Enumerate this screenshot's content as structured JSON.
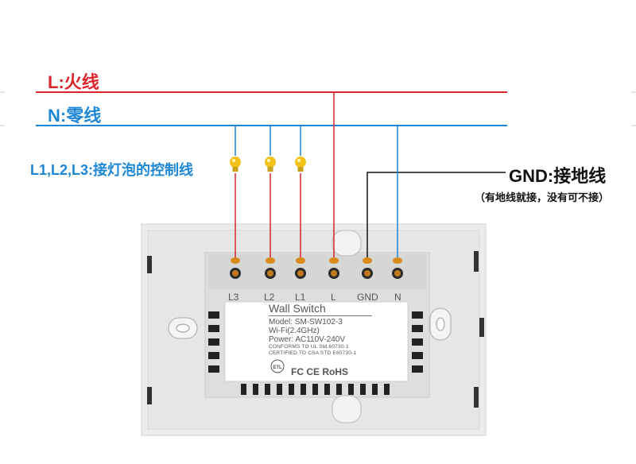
{
  "labels": {
    "live": "L:火线",
    "neutral": "N:零线",
    "controls": "L1,L2,L3:接灯泡的控制线",
    "ground": "GND:接地线",
    "ground_note": "（有地线就接，没有可不接）"
  },
  "terminals": [
    "L3",
    "L2",
    "L1",
    "L",
    "GND",
    "N"
  ],
  "device": {
    "name": "Wall Switch",
    "model": "Model: SM-SW102-3",
    "wifi": "Wi-Fi(2.4GHz)",
    "power": "Power: AC110V-240V",
    "ul": "CONFORMS TO UL Std.60730-1",
    "csa": "CERTIFIED TO CSA STD E60730-1",
    "cert_marks": "FC CE RoHS",
    "etl_mark": "ETL"
  },
  "colors": {
    "live": "#d9252b",
    "neutral": "#1d87d6",
    "ground": "#111111",
    "bulb": "#f2c21b"
  },
  "icons": [
    "bulb-icon",
    "etl-logo-icon"
  ]
}
